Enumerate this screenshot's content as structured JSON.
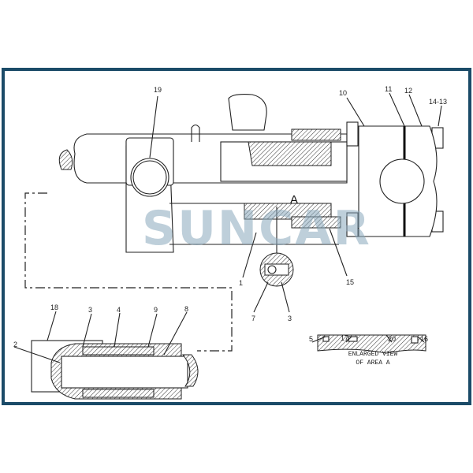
{
  "frame_color": "#1b4b68",
  "watermark": "SUNCAR",
  "callouts": {
    "c19": "19",
    "c10": "10",
    "c11": "11",
    "c12": "12",
    "c14_13": "14-13",
    "cA": "A",
    "c1": "1",
    "c15": "15",
    "c7": "7",
    "c3a": "3",
    "c18": "18",
    "c3b": "3",
    "c4": "4",
    "c9": "9",
    "c8": "8",
    "c2": "2",
    "c5": "5",
    "c17": "17",
    "c20": "20",
    "c16": "16"
  },
  "caption": {
    "line1": "ENLARGED VIEW",
    "line2": "OF AREA A"
  }
}
